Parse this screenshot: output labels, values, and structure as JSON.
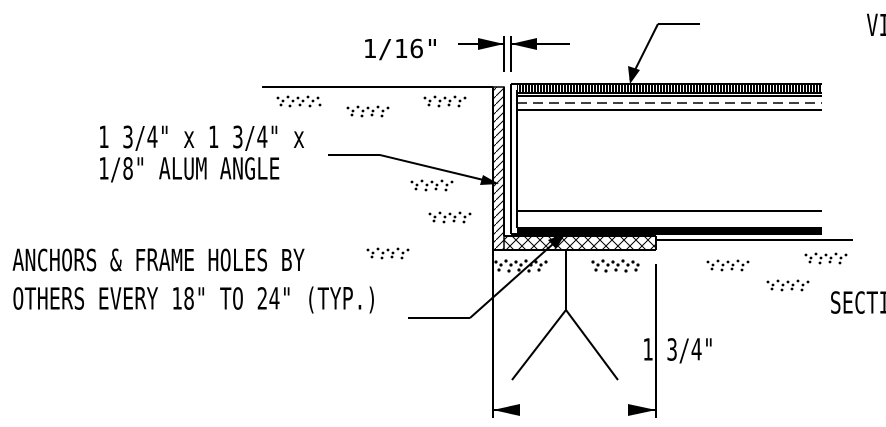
{
  "labels": {
    "gap": "1/16\"",
    "insert": "VINYL INSERT",
    "angle_line1": "1 3/4\" x 1 3/4\" x",
    "angle_line2": "1/8\" ALUM ANGLE",
    "anchors_line1": "ANCHORS & FRAME HOLES BY",
    "anchors_line2": "OTHERS EVERY 18\" TO 24\" (TYP.)",
    "section": "SECTION B",
    "width_dim": "1 3/4\""
  }
}
